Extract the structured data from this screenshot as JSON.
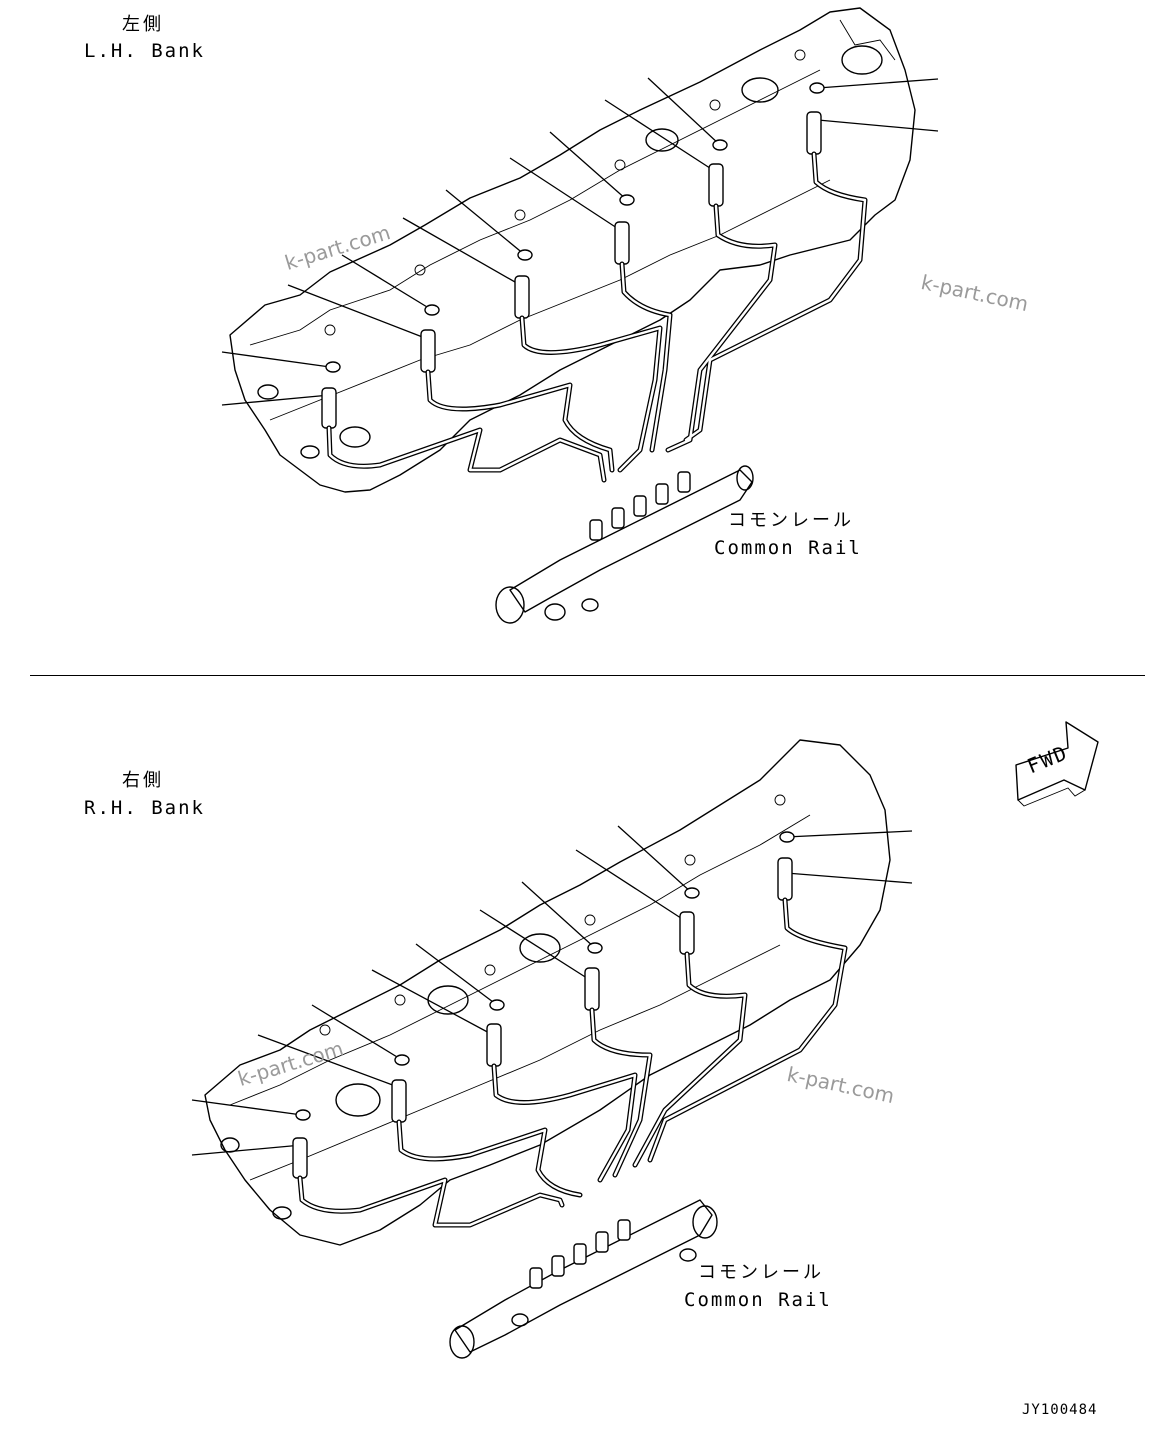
{
  "diagram": {
    "lh_bank": {
      "jp": "左側",
      "en": "L.H. Bank"
    },
    "rh_bank": {
      "jp": "右側",
      "en": "R.H. Bank"
    },
    "common_rail_top": {
      "jp": "コモンレール",
      "en": "Common Rail"
    },
    "common_rail_bottom": {
      "jp": "コモンレール",
      "en": "Common Rail"
    },
    "fwd_label": "FWD",
    "watermarks": [
      "k-part.com",
      "k-part.com",
      "k-part.com",
      "k-part.com"
    ],
    "drawing_code": "JY100484"
  }
}
